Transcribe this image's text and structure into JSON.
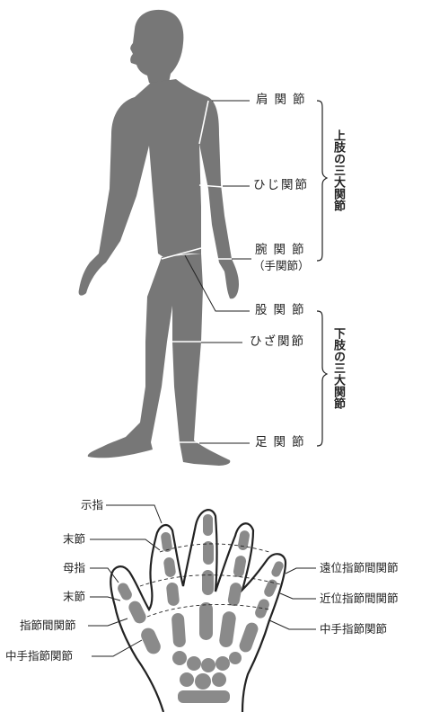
{
  "body_labels": {
    "shoulder": "肩関節",
    "elbow": "ひじ関節",
    "wrist": "腕関節",
    "wrist_alt": "（手関節）",
    "hip": "股関節",
    "knee": "ひざ関節",
    "ankle": "足関節"
  },
  "group_labels": {
    "upper": "上肢の三大関節",
    "lower": "下肢の三大関節"
  },
  "hand_labels": {
    "index_finger": "示指",
    "distal_phalanx_1": "末節",
    "thumb": "母指",
    "distal_phalanx_2": "末節",
    "interphalangeal": "指節間関節",
    "thumb_mcp": "中手指節関節",
    "dip": "遠位指節間関節",
    "pip": "近位指節間関節",
    "mcp": "中手指節関節"
  },
  "colors": {
    "silhouette": "#777777",
    "bone": "#8a8a8a",
    "line": "#222222"
  }
}
